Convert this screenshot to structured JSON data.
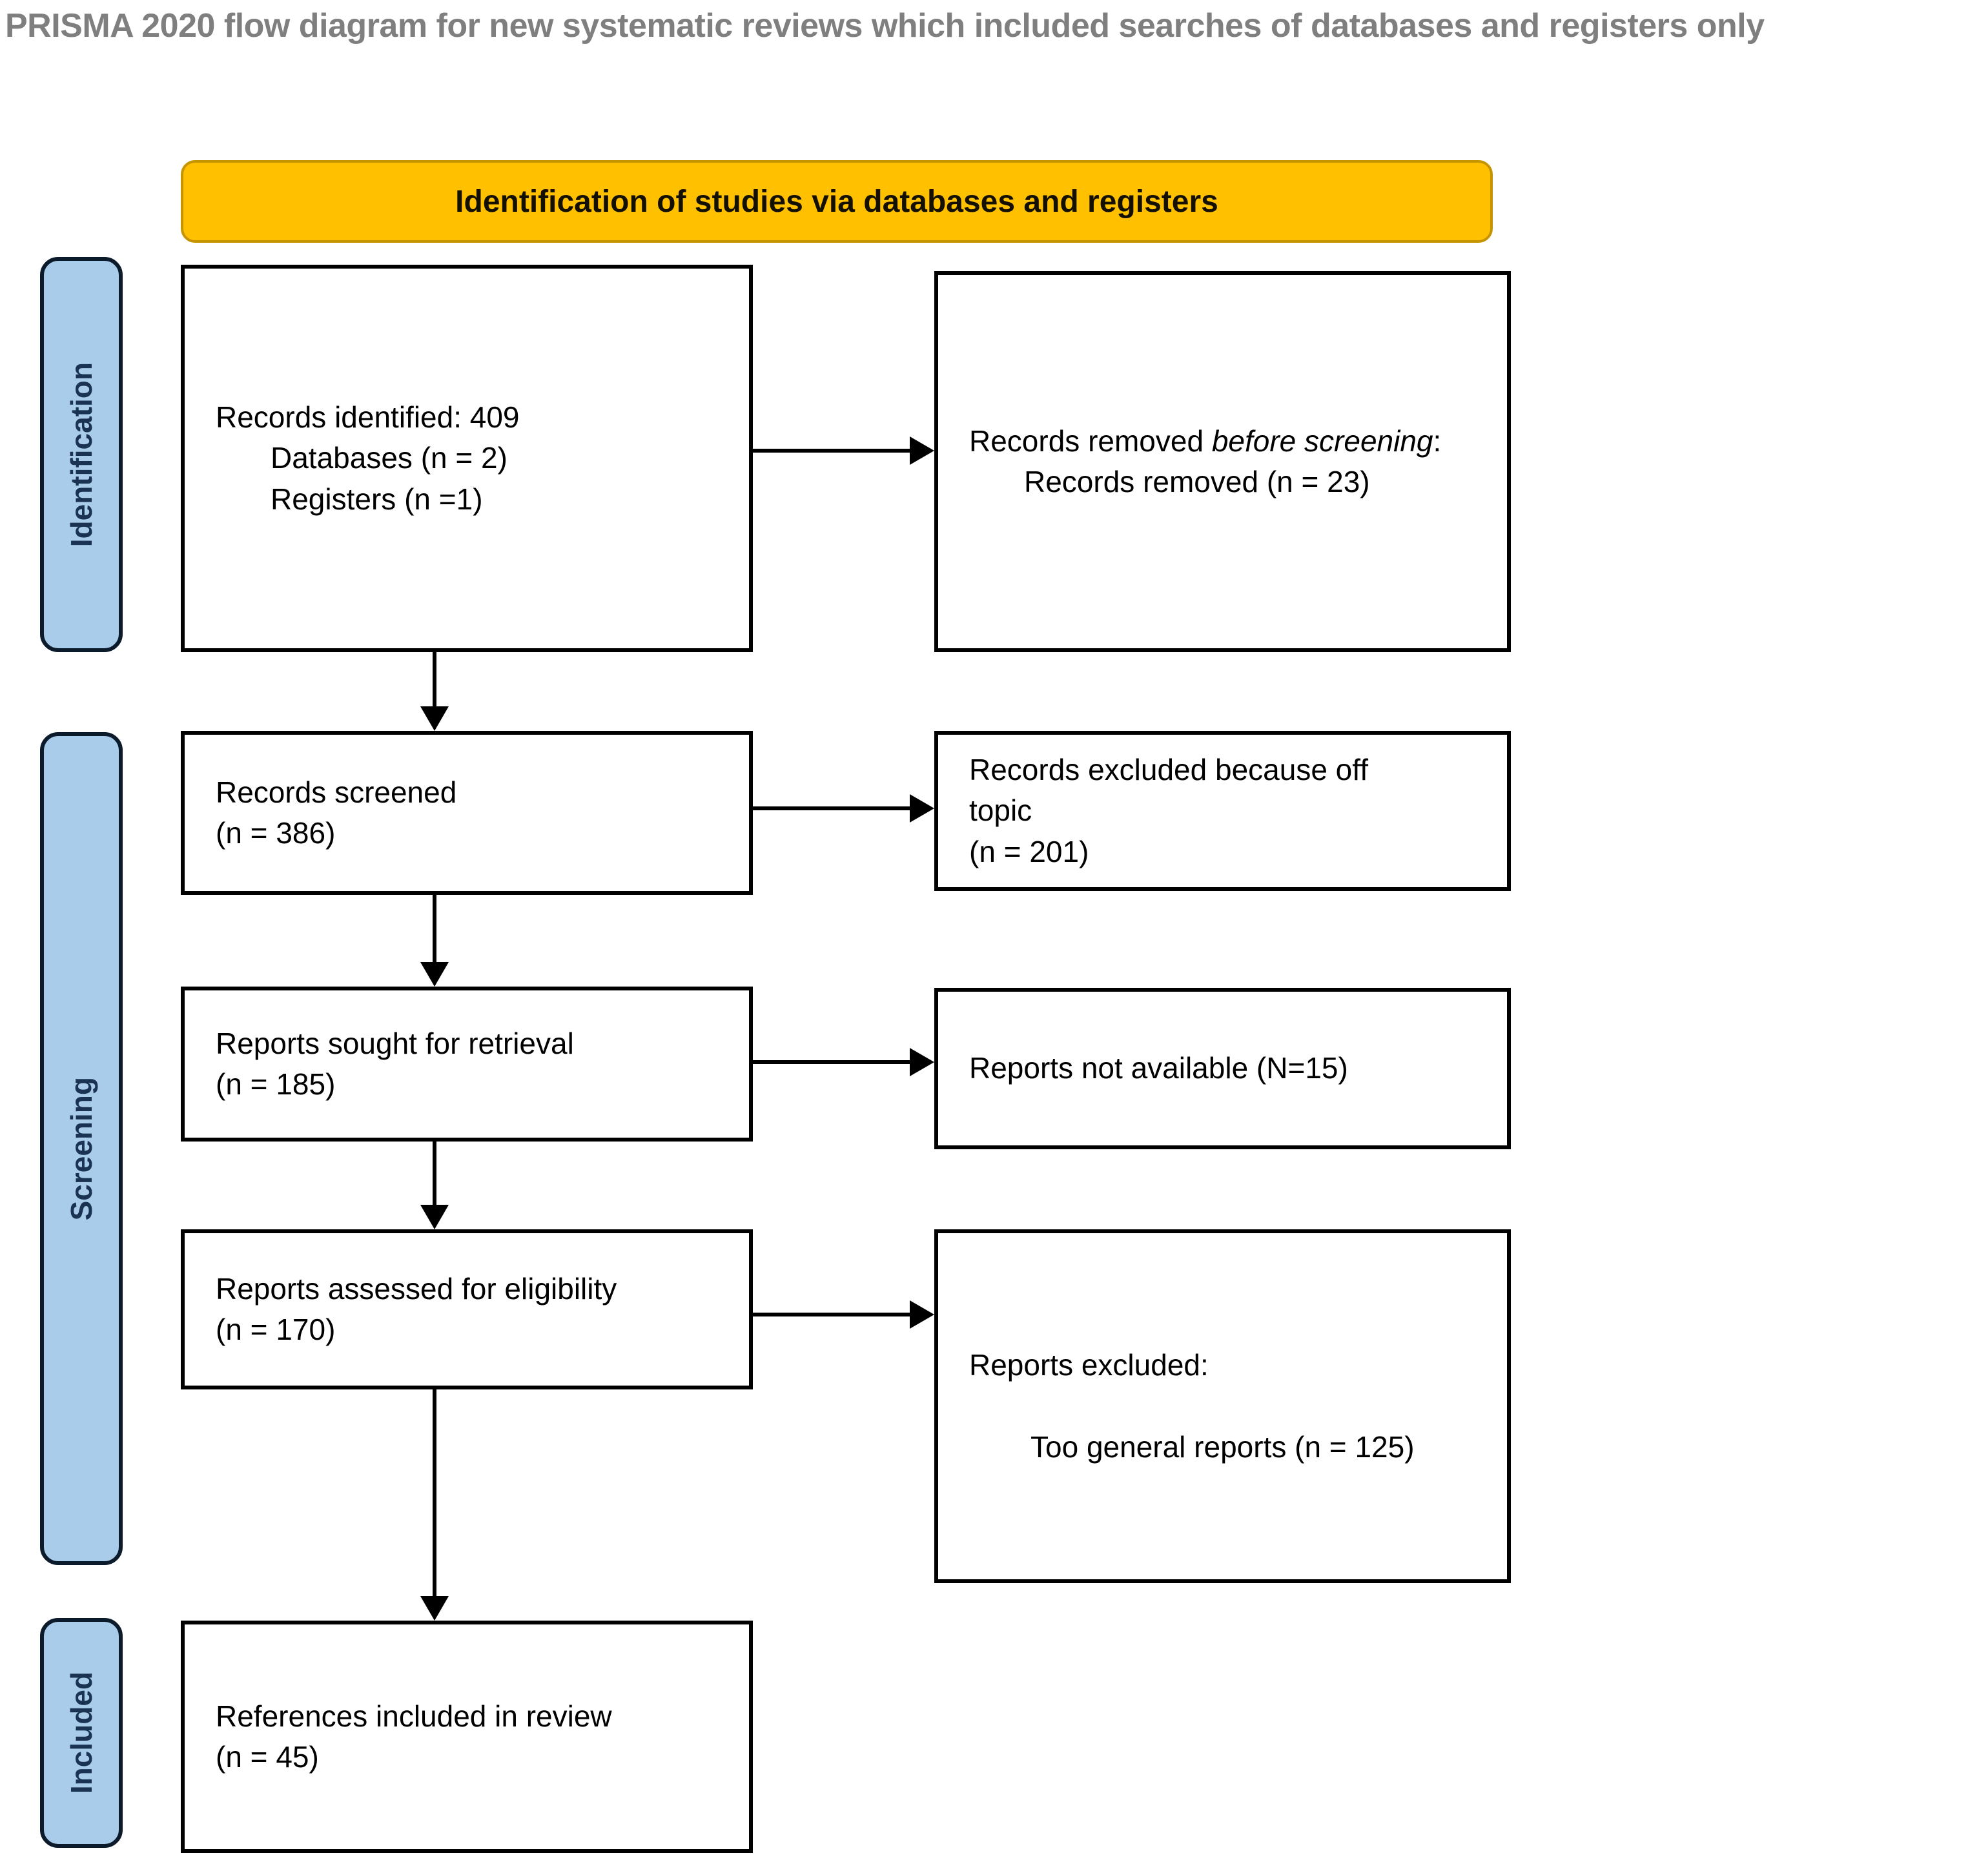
{
  "title": "PRISMA 2020 flow diagram for new systematic reviews which included searches of databases and registers only",
  "header": {
    "label": "Identification of studies via databases and registers"
  },
  "sidebar": {
    "identification": "Identification",
    "screening": "Screening",
    "included": "Included"
  },
  "colors": {
    "header_bg": "#FFC000",
    "sidebar_bg": "#A9CCEA",
    "sidebar_border": "#0C1B2B",
    "box_border": "#000000",
    "title_color": "#7F7F7F"
  },
  "flow": {
    "records_identified": {
      "line1": "Records identified: 409",
      "sub1": "Databases (n = 2)",
      "sub2": "Registers (n =1)"
    },
    "records_removed": {
      "pre": "Records removed ",
      "italic": "before screening",
      "post": ":",
      "sub": "Records removed (n = 23)"
    },
    "records_screened": {
      "line1": "Records screened",
      "line2": "(n = 386)"
    },
    "records_excluded": {
      "line1": "Records excluded because off",
      "line2": "topic",
      "line3": "(n = 201)"
    },
    "reports_sought": {
      "line1": "Reports sought for retrieval",
      "line2": "(n = 185)"
    },
    "reports_not_available": {
      "line1": "Reports not available (N=15)"
    },
    "reports_assessed": {
      "line1": "Reports assessed for eligibility",
      "line2": "(n = 170)"
    },
    "reports_excluded": {
      "line1": "Reports excluded:",
      "sub": "Too general reports (n = 125)"
    },
    "references_included": {
      "line1": "References included in review",
      "line2": "(n = 45)"
    }
  }
}
